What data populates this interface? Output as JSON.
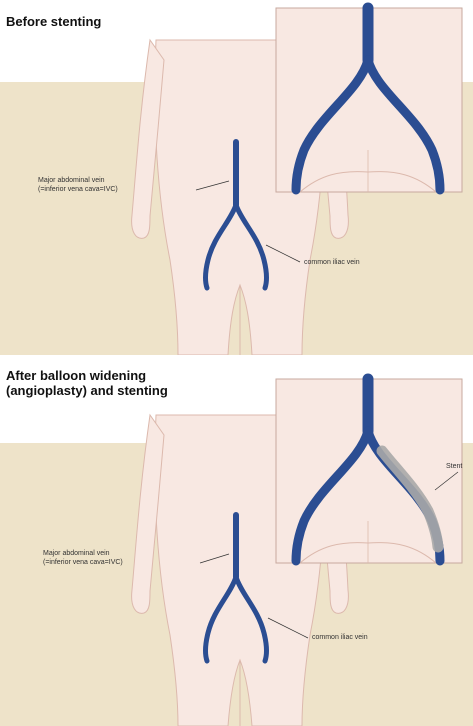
{
  "before": {
    "title": "Before stenting",
    "label_ivc_line1": "Major abdominal vein",
    "label_ivc_line2": "(=inferior vena cava=IVC)",
    "label_iliac": "common iliac vein"
  },
  "after": {
    "title_line1": "After balloon widening",
    "title_line2": "(angioplasty) and stenting",
    "label_ivc_line1": "Major abdominal vein",
    "label_ivc_line2": "(=inferior vena cava=IVC)",
    "label_iliac": "common iliac vein",
    "label_stent": "Stent"
  },
  "colors": {
    "background_beige": "#eee3c9",
    "skin": "#f8e8e2",
    "skin_outline": "#dcb9ad",
    "vein": "#2b4d92",
    "stent": "#a9a9a9",
    "inset_border": "#c7a99f"
  }
}
